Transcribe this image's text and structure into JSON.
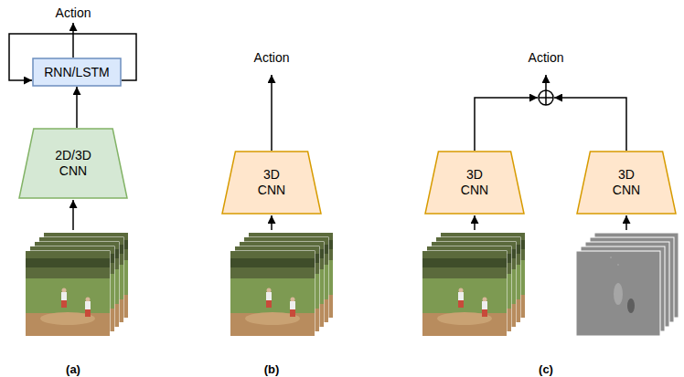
{
  "diagram": {
    "nodes": [
      {
        "text": [
          "RNN/LSTM"
        ]
      },
      {
        "text": [
          "2D/3D CNN"
        ]
      },
      {
        "text": [
          "3D CNN"
        ]
      },
      {
        "text": [
          "3D CNN"
        ]
      },
      {
        "text": [
          "3D CNN"
        ]
      }
    ],
    "edges": [
      {
        "from": 1,
        "to": 0,
        "arrow": "to"
      },
      {
        "from": 0,
        "to": 0,
        "arrow": "to"
      }
    ],
    "labels": [
      "Action",
      "Action",
      "Action",
      "(a)",
      "(b)",
      "(c)"
    ]
  }
}
